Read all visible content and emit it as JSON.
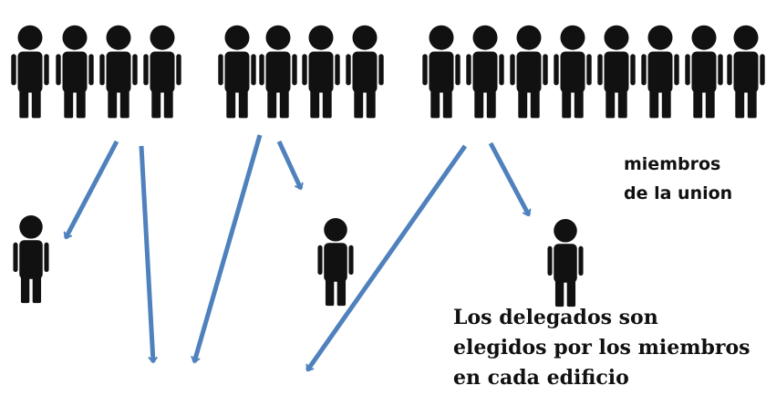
{
  "labels": {
    "members_line1": "miembros",
    "members_line2": "de la union",
    "caption_line1": "Los delegados son",
    "caption_line2": "elegidos por los miembros",
    "caption_line3": "en cada edificio"
  },
  "colors": {
    "figure": "#111111",
    "arrow": "#4f81bd",
    "text": "#111111"
  },
  "icons": {
    "member": "person-icon",
    "delegate": "person-icon"
  }
}
